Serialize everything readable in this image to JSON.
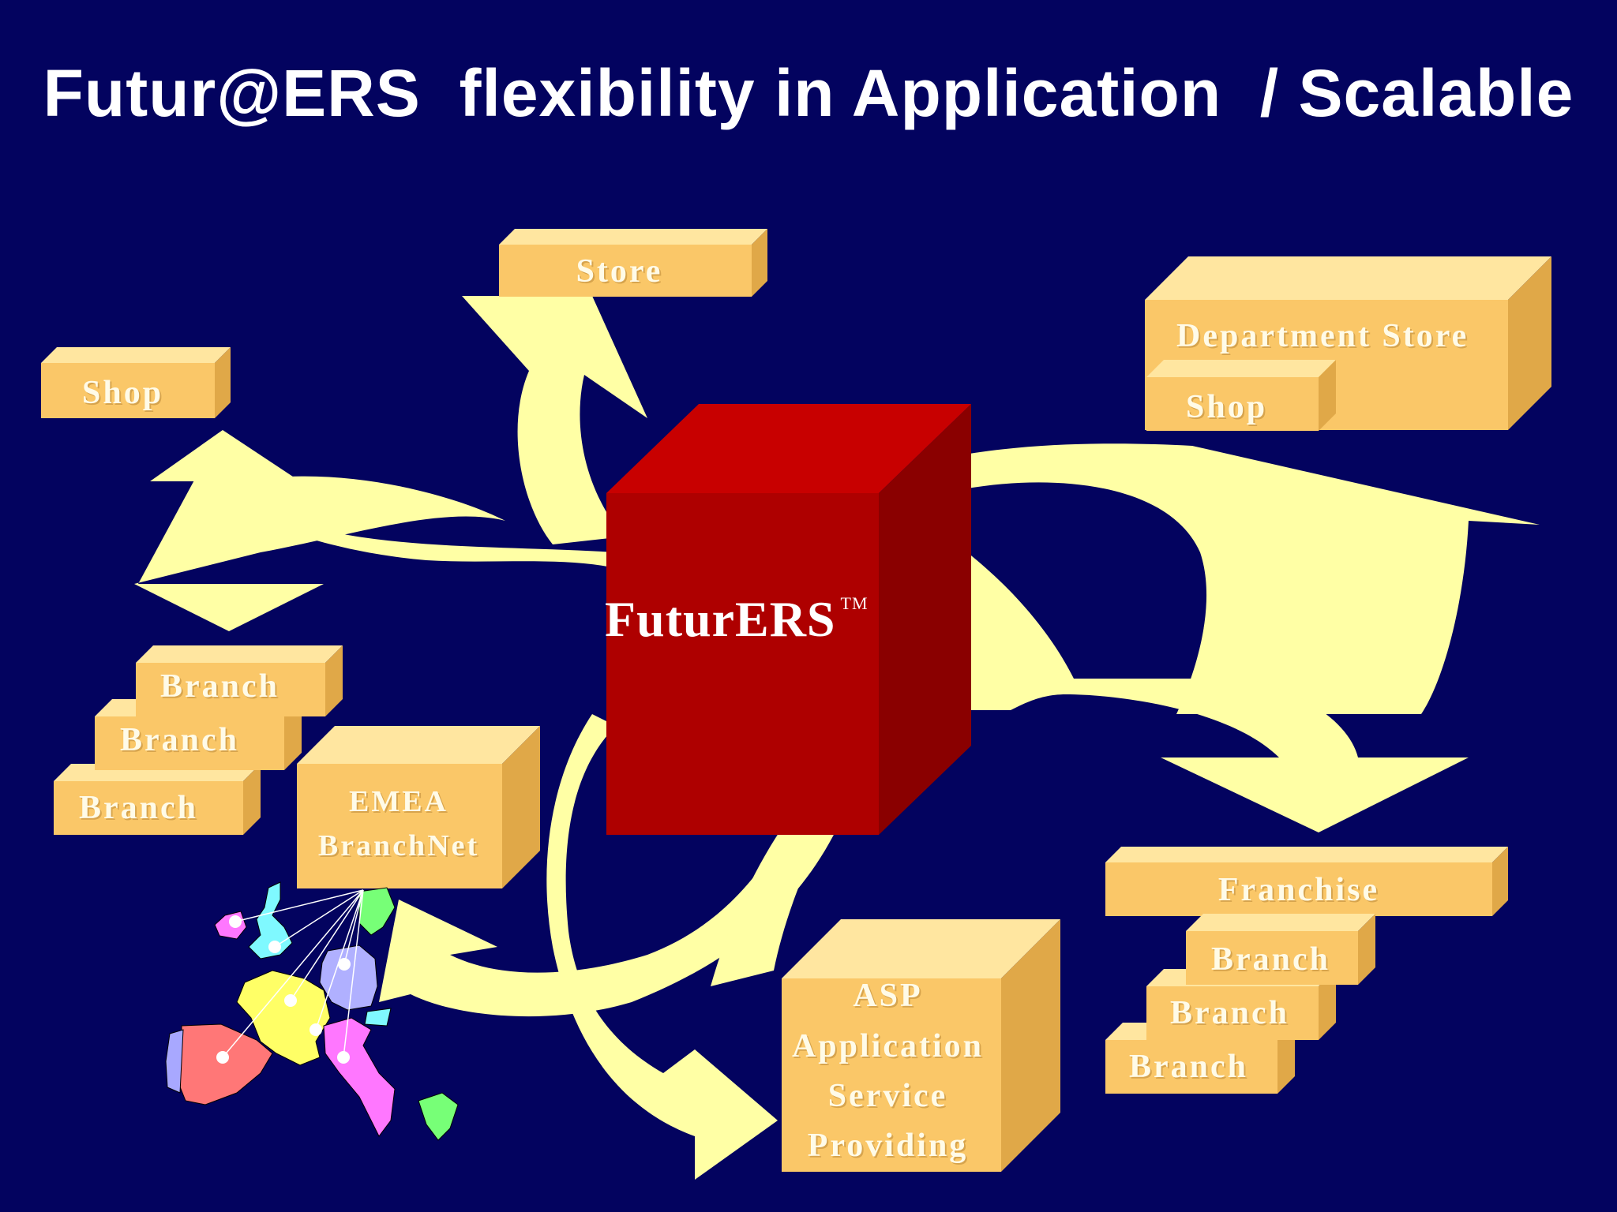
{
  "title": "Futur@ERS  flexibility in Application  / Scalable",
  "center": {
    "name": "FuturERS",
    "trademark": "TM"
  },
  "boxes": {
    "store": "Store",
    "shop_left": "Shop",
    "department_store": "Department Store",
    "department_shop": "Shop",
    "branch_left": [
      "Branch",
      "Branch",
      "Branch"
    ],
    "emea": [
      "EMEA",
      "BranchNet"
    ],
    "asp": [
      "ASP",
      "Application",
      "Service",
      "Providing"
    ],
    "franchise": "Franchise",
    "branch_right": [
      "Branch",
      "Branch",
      "Branch"
    ]
  },
  "colors": {
    "background": "#03035f",
    "box_front": "#fac768",
    "box_top": "#ffe6a0",
    "box_side": "#e0a848",
    "arrow": "#ffffa5",
    "cube_front": "#ae0000",
    "cube_top": "#c80000",
    "cube_side": "#8a0000"
  }
}
